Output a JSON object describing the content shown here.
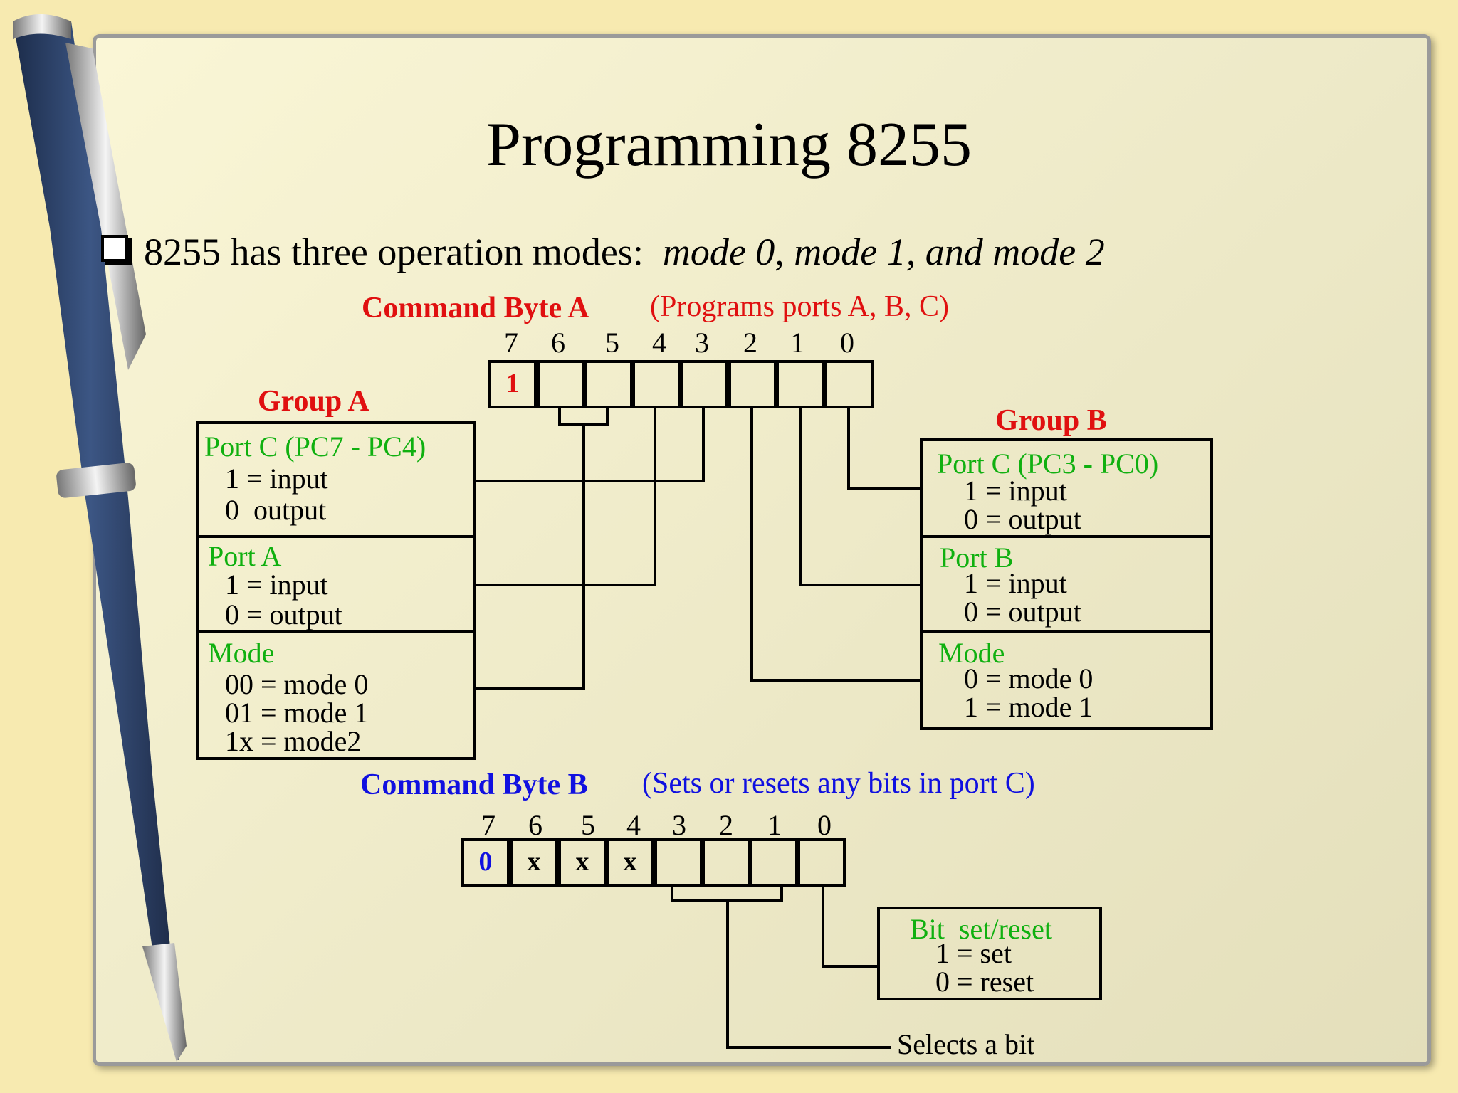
{
  "title": "Programming 8255",
  "bullet": {
    "lead": "8255 has three operation modes:",
    "modes": "mode 0, mode 1, and mode 2"
  },
  "command_a": {
    "label": "Command Byte A",
    "desc": "(Programs ports A, B, C)",
    "bits": [
      "7",
      "6",
      "5",
      "4",
      "3",
      "2",
      "1",
      "0"
    ],
    "first_cell": "1"
  },
  "group_a": {
    "label": "Group A",
    "portc": {
      "title": "Port C (PC7 - PC4)",
      "l1": "1 = input",
      "l2": "0  output"
    },
    "porta": {
      "title": "Port A",
      "l1": "1 = input",
      "l2": "0 = output"
    },
    "mode": {
      "title": "Mode",
      "l1": "00 = mode 0",
      "l2": "01 = mode 1",
      "l3": "1x = mode2"
    }
  },
  "group_b": {
    "label": "Group B",
    "portc": {
      "title": "Port C (PC3 - PC0)",
      "l1": "1 = input",
      "l2": "0 = output"
    },
    "portb": {
      "title": "Port B",
      "l1": "1 = input",
      "l2": "0 = output"
    },
    "mode": {
      "title": "Mode",
      "l1": "0 = mode 0",
      "l2": "1 = mode 1"
    }
  },
  "command_b": {
    "label": "Command Byte B",
    "desc": "(Sets or resets any bits in port C)",
    "bits": [
      "7",
      "6",
      "5",
      "4",
      "3",
      "2",
      "1",
      "0"
    ],
    "cells": [
      "0",
      "x",
      "x",
      "x",
      "",
      "",
      "",
      ""
    ]
  },
  "bitset": {
    "title": "Bit  set/reset",
    "l1": "1 = set",
    "l2": "0 = reset"
  },
  "selects": "Selects a bit",
  "colors": {
    "red": "#e01010",
    "green": "#10b010",
    "blue": "#1010e0",
    "pen": "#2a3f66"
  }
}
